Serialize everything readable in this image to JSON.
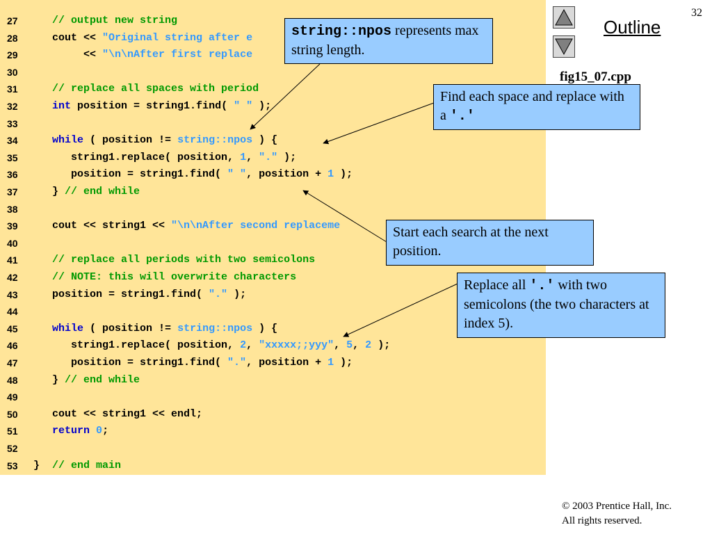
{
  "slide": {
    "page_number": "32",
    "outline_label": "Outline",
    "figure_name": "fig15_07.cpp",
    "copyright_line1": "© 2003 Prentice Hall, Inc.",
    "copyright_line2": "All rights reserved."
  },
  "code_lines": [
    {
      "n": "27",
      "segs": [
        {
          "t": "   "
        },
        {
          "t": "// output new string",
          "c": "cm"
        }
      ]
    },
    {
      "n": "28",
      "segs": [
        {
          "t": "   cout << "
        },
        {
          "t": "\"Original string after e",
          "c": "st"
        }
      ]
    },
    {
      "n": "29",
      "segs": [
        {
          "t": "        << "
        },
        {
          "t": "\"\\n\\nAfter first replace",
          "c": "st"
        }
      ]
    },
    {
      "n": "30",
      "segs": []
    },
    {
      "n": "31",
      "segs": [
        {
          "t": "   "
        },
        {
          "t": "// replace all spaces with period",
          "c": "cm"
        }
      ]
    },
    {
      "n": "32",
      "segs": [
        {
          "t": "   "
        },
        {
          "t": "int",
          "c": "kw"
        },
        {
          "t": " position = string1.find( "
        },
        {
          "t": "\" \"",
          "c": "st"
        },
        {
          "t": " );"
        }
      ]
    },
    {
      "n": "33",
      "segs": []
    },
    {
      "n": "34",
      "segs": [
        {
          "t": "   "
        },
        {
          "t": "while",
          "c": "kw"
        },
        {
          "t": " ( position != "
        },
        {
          "t": "string::npos",
          "c": "st"
        },
        {
          "t": " ) {"
        }
      ]
    },
    {
      "n": "35",
      "segs": [
        {
          "t": "      string1.replace( position, "
        },
        {
          "t": "1",
          "c": "nu"
        },
        {
          "t": ", "
        },
        {
          "t": "\".\"",
          "c": "st"
        },
        {
          "t": " );"
        }
      ]
    },
    {
      "n": "36",
      "segs": [
        {
          "t": "      position = string1.find( "
        },
        {
          "t": "\" \"",
          "c": "st"
        },
        {
          "t": ", position + "
        },
        {
          "t": "1",
          "c": "nu"
        },
        {
          "t": " );"
        }
      ]
    },
    {
      "n": "37",
      "segs": [
        {
          "t": "   } "
        },
        {
          "t": "// end while",
          "c": "cm"
        }
      ]
    },
    {
      "n": "38",
      "segs": []
    },
    {
      "n": "39",
      "segs": [
        {
          "t": "   cout << string1 << "
        },
        {
          "t": "\"\\n\\nAfter second replaceme",
          "c": "st"
        }
      ]
    },
    {
      "n": "40",
      "segs": []
    },
    {
      "n": "41",
      "segs": [
        {
          "t": "   "
        },
        {
          "t": "// replace all periods with two semicolons",
          "c": "cm"
        }
      ]
    },
    {
      "n": "42",
      "segs": [
        {
          "t": "   "
        },
        {
          "t": "// NOTE: this will overwrite characters",
          "c": "cm"
        }
      ]
    },
    {
      "n": "43",
      "segs": [
        {
          "t": "   position = string1.find( "
        },
        {
          "t": "\".\"",
          "c": "st"
        },
        {
          "t": " );"
        }
      ]
    },
    {
      "n": "44",
      "segs": []
    },
    {
      "n": "45",
      "segs": [
        {
          "t": "   "
        },
        {
          "t": "while",
          "c": "kw"
        },
        {
          "t": " ( position != "
        },
        {
          "t": "string::npos",
          "c": "st"
        },
        {
          "t": " ) {"
        }
      ]
    },
    {
      "n": "46",
      "segs": [
        {
          "t": "      string1.replace( position, "
        },
        {
          "t": "2",
          "c": "nu"
        },
        {
          "t": ", "
        },
        {
          "t": "\"xxxxx;;yyy\"",
          "c": "st"
        },
        {
          "t": ", "
        },
        {
          "t": "5",
          "c": "nu"
        },
        {
          "t": ", "
        },
        {
          "t": "2",
          "c": "nu"
        },
        {
          "t": " );"
        }
      ]
    },
    {
      "n": "47",
      "segs": [
        {
          "t": "      position = string1.find( "
        },
        {
          "t": "\".\"",
          "c": "st"
        },
        {
          "t": ", position + "
        },
        {
          "t": "1",
          "c": "nu"
        },
        {
          "t": " );"
        }
      ]
    },
    {
      "n": "48",
      "segs": [
        {
          "t": "   } "
        },
        {
          "t": "// end while",
          "c": "cm"
        }
      ]
    },
    {
      "n": "49",
      "segs": []
    },
    {
      "n": "50",
      "segs": [
        {
          "t": "   cout << string1 << endl;"
        }
      ]
    },
    {
      "n": "51",
      "segs": [
        {
          "t": "   "
        },
        {
          "t": "return",
          "c": "kw"
        },
        {
          "t": " "
        },
        {
          "t": "0",
          "c": "nu"
        },
        {
          "t": ";"
        }
      ]
    },
    {
      "n": "52",
      "segs": []
    },
    {
      "n": "53",
      "segs": [
        {
          "t": "}  "
        },
        {
          "t": "// end main",
          "c": "cm"
        }
      ]
    }
  ],
  "callouts": {
    "npos": {
      "code": "string::npos",
      "text": " represents max string length."
    },
    "find_space": {
      "text": "Find each space and replace with a ",
      "code": "'.'"
    },
    "next_pos": {
      "text": "Start each search at the next position."
    },
    "replace_all": {
      "text_before": "Replace all ",
      "code": "'.'",
      "text_after": " with two semicolons (the two characters at index 5)."
    }
  },
  "colors": {
    "code_background": "#ffe599",
    "callout_background": "#99ccff",
    "keyword": "#0000cc",
    "comment": "#009900",
    "string_literal": "#3399ff"
  },
  "icons": {
    "nav_up": "triangle-up-icon",
    "nav_down": "triangle-down-icon"
  }
}
